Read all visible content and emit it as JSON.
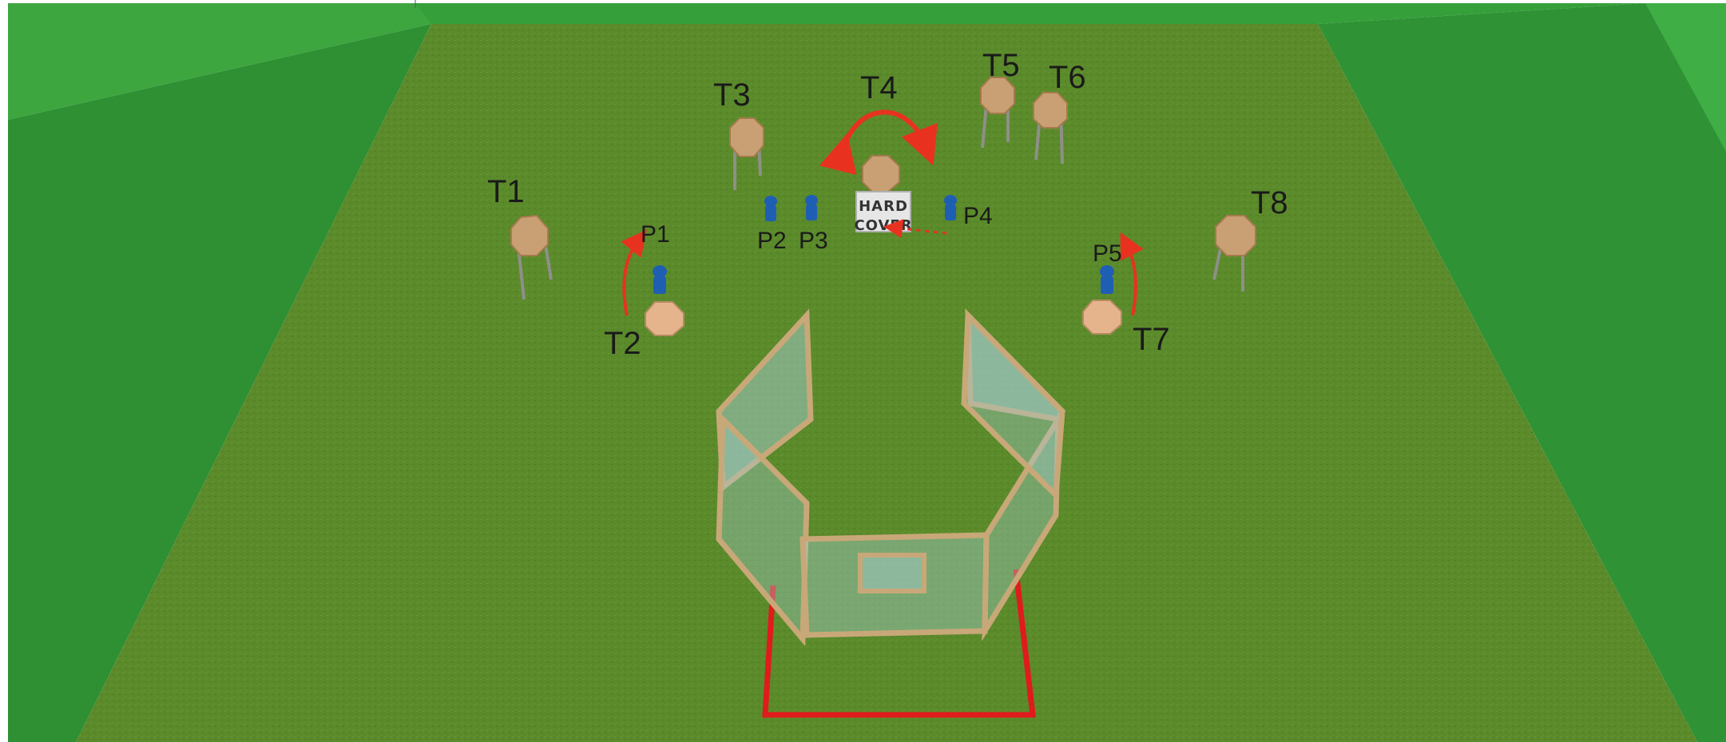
{
  "colors": {
    "berm_light": "#3da63f",
    "berm_dark": "#2b8a31",
    "grass": "#5b8a2b",
    "grass_dark": "#4a7722",
    "target_face": "#c9a073",
    "target_edge": "#a67a4e",
    "popper": "#1f5fb3",
    "fault_line": "#e01b1b",
    "arrow": "#e8321f",
    "wall_frame": "#c8a878",
    "wall_glass": "#9fc9c7"
  },
  "targets": {
    "t1": "T1",
    "t2": "T2",
    "t3": "T3",
    "t4": "T4",
    "t5": "T5",
    "t6": "T6",
    "t7": "T7",
    "t8": "T8"
  },
  "poppers": {
    "p1": "P1",
    "p2": "P2",
    "p3": "P3",
    "p4": "P4",
    "p5": "P5"
  },
  "hard_cover": {
    "line1": "HARD",
    "line2": "COVER"
  }
}
